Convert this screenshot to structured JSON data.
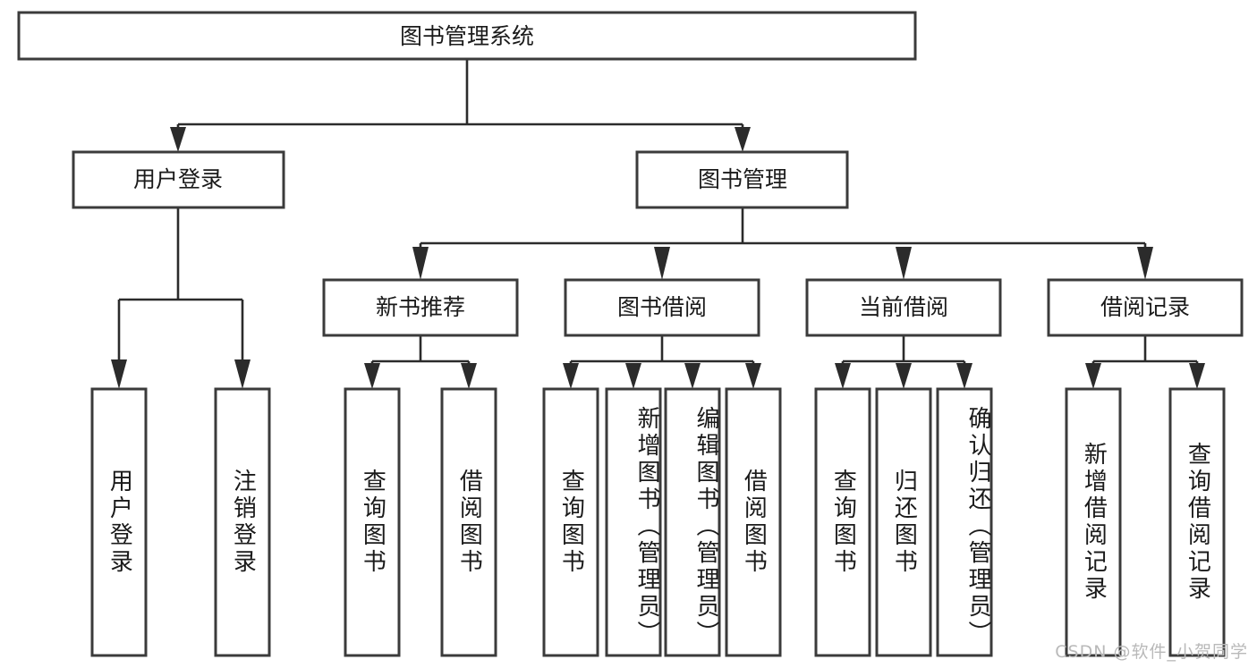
{
  "diagram": {
    "type": "tree-hierarchy",
    "title": "图书管理系统",
    "watermark": "CSDN @软件_小贺同学",
    "colors": {
      "background": "#ffffff",
      "box_stroke": "#3b3b3b",
      "connector": "#2b2b2b",
      "text": "#1a1a1a",
      "watermark": "#b9b9b9"
    },
    "levels": {
      "root": {
        "label": "图书管理系统"
      },
      "level2": [
        {
          "label": "用户登录"
        },
        {
          "label": "图书管理"
        }
      ],
      "level3": [
        {
          "label": "新书推荐"
        },
        {
          "label": "图书借阅"
        },
        {
          "label": "当前借阅"
        },
        {
          "label": "借阅记录"
        }
      ],
      "leaves": [
        {
          "label": "用户登录",
          "parent": "用户登录"
        },
        {
          "label": "注销登录",
          "parent": "用户登录"
        },
        {
          "label": "查询图书",
          "parent": "新书推荐"
        },
        {
          "label": "借阅图书",
          "parent": "新书推荐"
        },
        {
          "label": "查询图书",
          "parent": "图书借阅"
        },
        {
          "label": "新增图书（管理员）",
          "parent": "图书借阅"
        },
        {
          "label": "编辑图书（管理员）",
          "parent": "图书借阅"
        },
        {
          "label": "借阅图书",
          "parent": "图书借阅"
        },
        {
          "label": "查询图书",
          "parent": "当前借阅"
        },
        {
          "label": "归还图书",
          "parent": "当前借阅"
        },
        {
          "label": "确认归还（管理员）",
          "parent": "当前借阅"
        },
        {
          "label": "新增借阅记录",
          "parent": "借阅记录"
        },
        {
          "label": "查询借阅记录",
          "parent": "借阅记录"
        }
      ]
    }
  }
}
